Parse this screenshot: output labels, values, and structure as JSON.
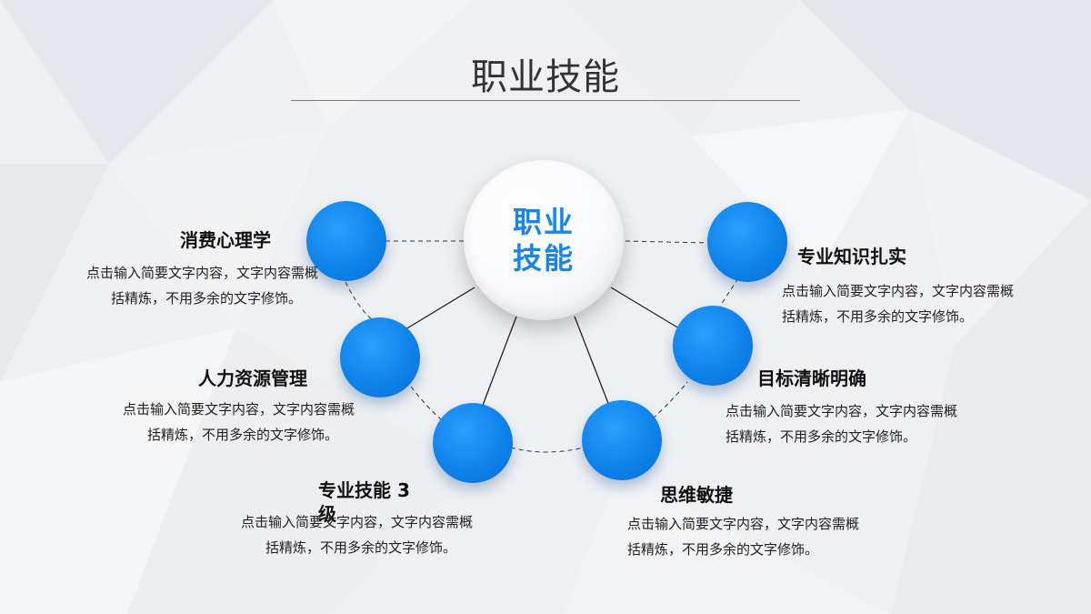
{
  "slide": {
    "title": "职业技能",
    "center": {
      "line1": "职业",
      "line2": "技能"
    },
    "items": [
      {
        "title": "消费心理学",
        "desc_line1": "点击输入简要文字内容，文字内容需概",
        "desc_line2": "括精炼，不用多余的文字修饰。"
      },
      {
        "title": "人力资源管理",
        "desc_line1": "点击输入简要文字内容，文字内容需概",
        "desc_line2": "括精炼，不用多余的文字修饰。"
      },
      {
        "title": "专业技能 3级",
        "desc_line1": "点击输入简要文字内容，文字内容需概",
        "desc_line2": "括精炼，不用多余的文字修饰。"
      },
      {
        "title": "思维敏捷",
        "desc_line1": "点击输入简要文字内容，文字内容需概",
        "desc_line2": "括精炼，不用多余的文字修饰。"
      },
      {
        "title": "目标清晰明确",
        "desc_line1": "点击输入简要文字内容，文字内容需概",
        "desc_line2": "括精炼，不用多余的文字修饰。"
      },
      {
        "title": "专业知识扎实",
        "desc_line1": "点击输入简要文字内容，文字内容需概",
        "desc_line2": "括精炼，不用多余的文字修饰。"
      }
    ]
  },
  "colors": {
    "accent": "#1a85e8",
    "node": "#0d80ea",
    "text": "#111111"
  }
}
